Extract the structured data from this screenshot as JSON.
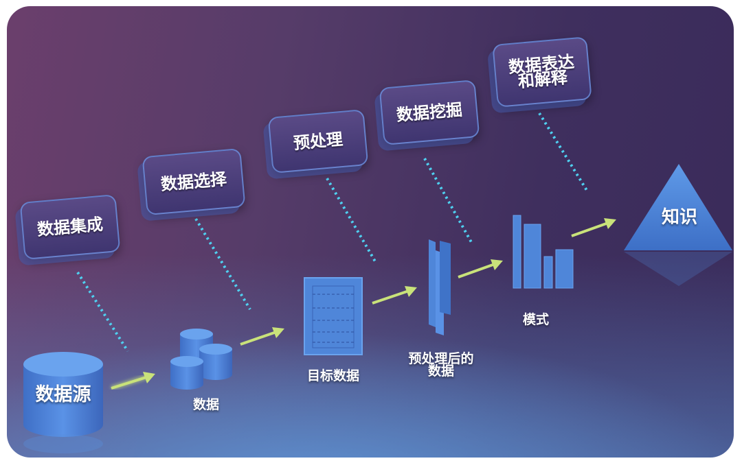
{
  "steps": {
    "integration": "数据集成",
    "selection": "数据选择",
    "preprocess": "预处理",
    "mining": "数据挖掘",
    "interpret": "数据表达\n和解释"
  },
  "stages": {
    "source": "数据源",
    "data": "数据",
    "target": "目标数据",
    "processed": "预处理后的\n数据",
    "pattern": "模式",
    "knowledge": "知识"
  },
  "colors": {
    "shape_blue": "#4f86d9",
    "arrow_green": "#c9e27a",
    "dot_cyan": "#4fd0f0"
  }
}
